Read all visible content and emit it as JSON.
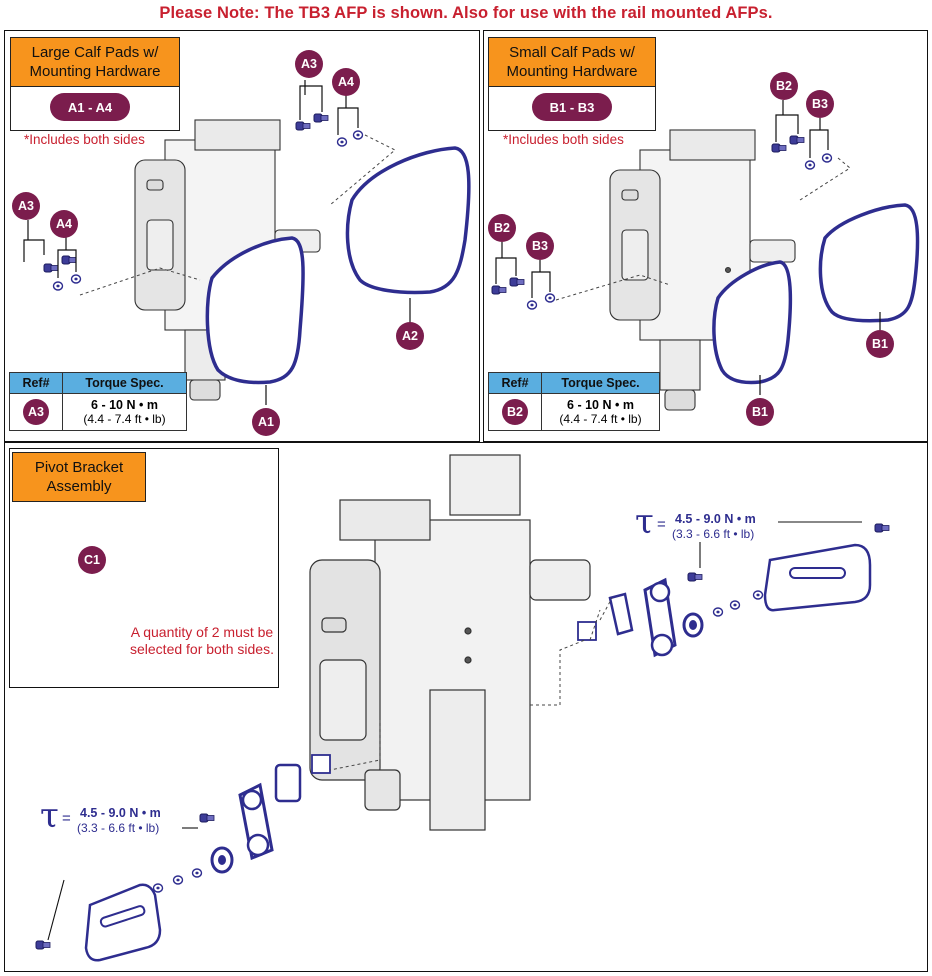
{
  "note": "Please Note: The TB3 AFP is shown. Also for use with the rail mounted AFPs.",
  "panels": {
    "large": {
      "title": "Large Calf Pads w/ Mounting Hardware",
      "pill": "A1 - A4",
      "includes": "*Includes both sides",
      "callouts": {
        "a1": "A1",
        "a2": "A2",
        "a3_top": "A3",
        "a4_top": "A4",
        "a3_left": "A3",
        "a4_left": "A4"
      },
      "torque": {
        "ref_header": "Ref#",
        "spec_header": "Torque Spec.",
        "ref": "A3",
        "value": "6 - 10 N • m",
        "sub": "(4.4 - 7.4 ft • lb)"
      }
    },
    "small": {
      "title": "Small Calf Pads w/ Mounting Hardware",
      "pill": "B1 - B3",
      "includes": "*Includes both sides",
      "callouts": {
        "b1_bottom": "B1",
        "b1_right": "B1",
        "b2_top": "B2",
        "b3_top": "B3",
        "b2_left": "B2",
        "b3_left": "B3"
      },
      "torque": {
        "ref_header": "Ref#",
        "spec_header": "Torque Spec.",
        "ref": "B2",
        "value": "6 - 10 N • m",
        "sub": "(4.4 - 7.4 ft • lb)"
      }
    },
    "pivot": {
      "title": "Pivot Bracket Assembly",
      "callout": "C1",
      "qty_note": "A quantity of 2 must be selected for both sides.",
      "torque_right": {
        "symbol": "τ",
        "eq": "=",
        "value": "4.5 - 9.0 N • m",
        "sub": "(3.3 - 6.6 ft • lb)"
      },
      "torque_left": {
        "symbol": "τ",
        "eq": "=",
        "value": "4.5 - 9.0 N • m",
        "sub": "(3.3 - 6.6 ft • lb)"
      }
    }
  },
  "colors": {
    "accent_red": "#c8202f",
    "badge_purple": "#7b1d4d",
    "label_orange": "#f7941d",
    "table_blue": "#5aaee0",
    "part_blue": "#2e2d8f"
  }
}
